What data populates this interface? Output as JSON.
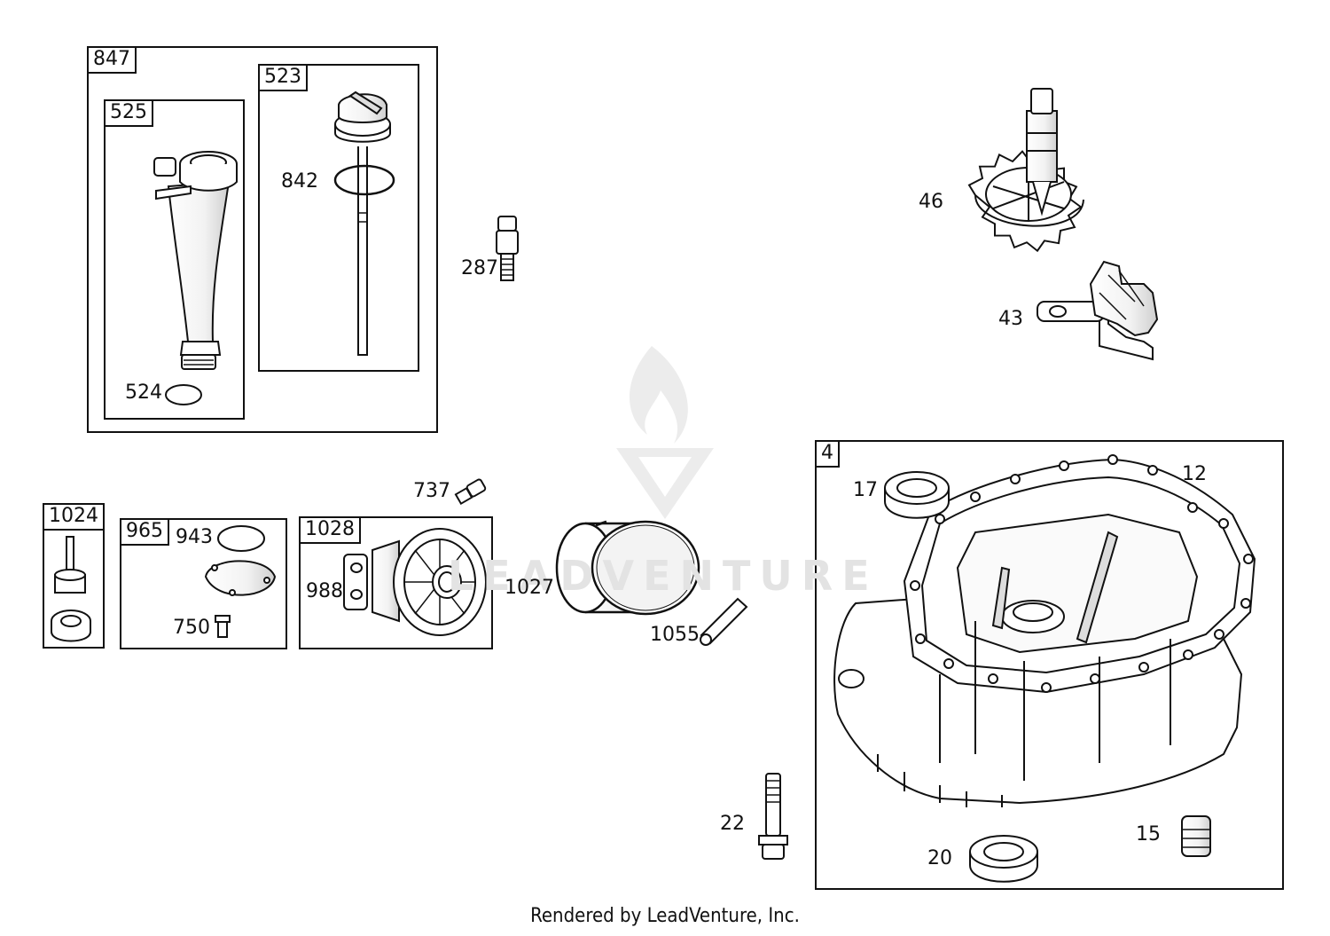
{
  "diagram": {
    "callouts": {
      "c847": "847",
      "c525": "525",
      "c523": "523",
      "c842": "842",
      "c524": "524",
      "c287": "287",
      "c46": "46",
      "c43": "43",
      "c737": "737",
      "c1024": "1024",
      "c965": "965",
      "c943": "943",
      "c750": "750",
      "c1028": "1028",
      "c988": "988",
      "c1027": "1027",
      "c1055": "1055",
      "c4": "4",
      "c17": "17",
      "c12": "12",
      "c22": "22",
      "c20": "20",
      "c15": "15"
    },
    "watermark_text": "LEADVENTURE",
    "footer": "Rendered by LeadVenture, Inc."
  },
  "colors": {
    "line": "#111111",
    "watermark": "#e3e3e3",
    "background": "#ffffff"
  }
}
